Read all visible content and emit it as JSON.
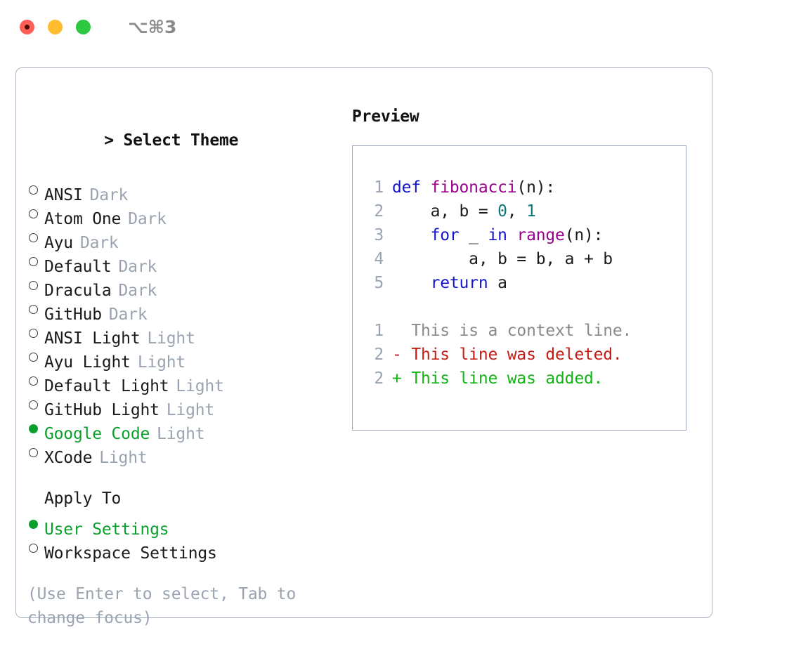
{
  "window": {
    "shortcut_label": "⌥⌘3",
    "traffic_lights": [
      "close-red",
      "minimize-yellow",
      "maximize-green"
    ]
  },
  "theme_panel": {
    "heading": "> Select Theme",
    "caret": ">",
    "heading_text": "Select Theme",
    "selected_color": "#0aa02c",
    "muted_color": "#9aa3b0",
    "options": [
      {
        "name": "ANSI",
        "kind": "Dark",
        "selected": false
      },
      {
        "name": "Atom One",
        "kind": "Dark",
        "selected": false
      },
      {
        "name": "Ayu",
        "kind": "Dark",
        "selected": false
      },
      {
        "name": "Default",
        "kind": "Dark",
        "selected": false
      },
      {
        "name": "Dracula",
        "kind": "Dark",
        "selected": false
      },
      {
        "name": "GitHub",
        "kind": "Dark",
        "selected": false
      },
      {
        "name": "ANSI Light",
        "kind": "Light",
        "selected": false
      },
      {
        "name": "Ayu Light",
        "kind": "Light",
        "selected": false
      },
      {
        "name": "Default Light",
        "kind": "Light",
        "selected": false
      },
      {
        "name": "GitHub Light",
        "kind": "Light",
        "selected": false
      },
      {
        "name": "Google Code",
        "kind": "Light",
        "selected": true
      },
      {
        "name": "XCode",
        "kind": "Light",
        "selected": false
      }
    ]
  },
  "apply_to": {
    "heading": "Apply To",
    "options": [
      {
        "name": "User Settings",
        "selected": true
      },
      {
        "name": "Workspace Settings",
        "selected": false
      }
    ]
  },
  "hint": "(Use Enter to select, Tab to change focus)",
  "preview": {
    "heading": "Preview",
    "code_lines": [
      {
        "number": "1",
        "tokens": [
          {
            "text": "def ",
            "type": "kw"
          },
          {
            "text": "fibonacci",
            "type": "fn"
          },
          {
            "text": "(n):",
            "type": "pl"
          }
        ]
      },
      {
        "number": "2",
        "tokens": [
          {
            "text": "    a, b = ",
            "type": "pl"
          },
          {
            "text": "0",
            "type": "num"
          },
          {
            "text": ", ",
            "type": "pl"
          },
          {
            "text": "1",
            "type": "num"
          }
        ]
      },
      {
        "number": "3",
        "tokens": [
          {
            "text": "    for",
            "type": "kw"
          },
          {
            "text": " _ ",
            "type": "pl"
          },
          {
            "text": "in",
            "type": "kw"
          },
          {
            "text": " ",
            "type": "pl"
          },
          {
            "text": "range",
            "type": "fn"
          },
          {
            "text": "(n):",
            "type": "pl"
          }
        ]
      },
      {
        "number": "4",
        "tokens": [
          {
            "text": "        a, b = b, a + b",
            "type": "pl"
          }
        ]
      },
      {
        "number": "5",
        "tokens": [
          {
            "text": "    return",
            "type": "kw"
          },
          {
            "text": " a",
            "type": "pl"
          }
        ]
      }
    ],
    "diff_lines": [
      {
        "number": "1",
        "marker": " ",
        "text": "This is a context line.",
        "type": "ctx"
      },
      {
        "number": "2",
        "marker": "-",
        "text": "This line was deleted.",
        "type": "del"
      },
      {
        "number": "2",
        "marker": "+",
        "text": "This line was added.",
        "type": "add"
      }
    ]
  }
}
